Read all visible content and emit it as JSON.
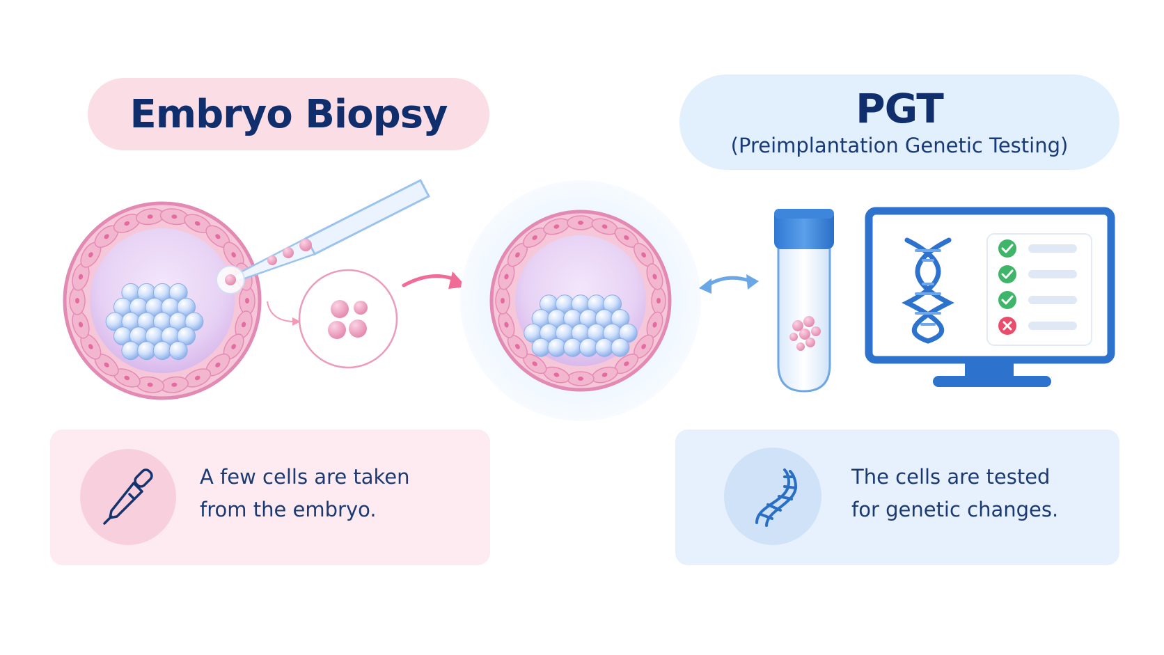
{
  "biopsy": {
    "title": "Embryo Biopsy",
    "caption_line1": "A few cells are taken",
    "caption_line2": "from the embryo.",
    "icon": "pipette-icon"
  },
  "pgt": {
    "title": "PGT",
    "subtitle": "(Preimplantation Genetic Testing)",
    "caption_line1": "The cells are tested",
    "caption_line2": "for genetic changes.",
    "icon": "dna-icon"
  },
  "results_checklist": [
    {
      "status": "pass"
    },
    {
      "status": "pass"
    },
    {
      "status": "pass"
    },
    {
      "status": "fail"
    }
  ],
  "colors": {
    "pink_accent": "#f06b95",
    "blue_accent": "#2f7fd6",
    "navy_text": "#0f2e6b",
    "check_green": "#3fb56a",
    "fail_red": "#ea4d6c"
  }
}
